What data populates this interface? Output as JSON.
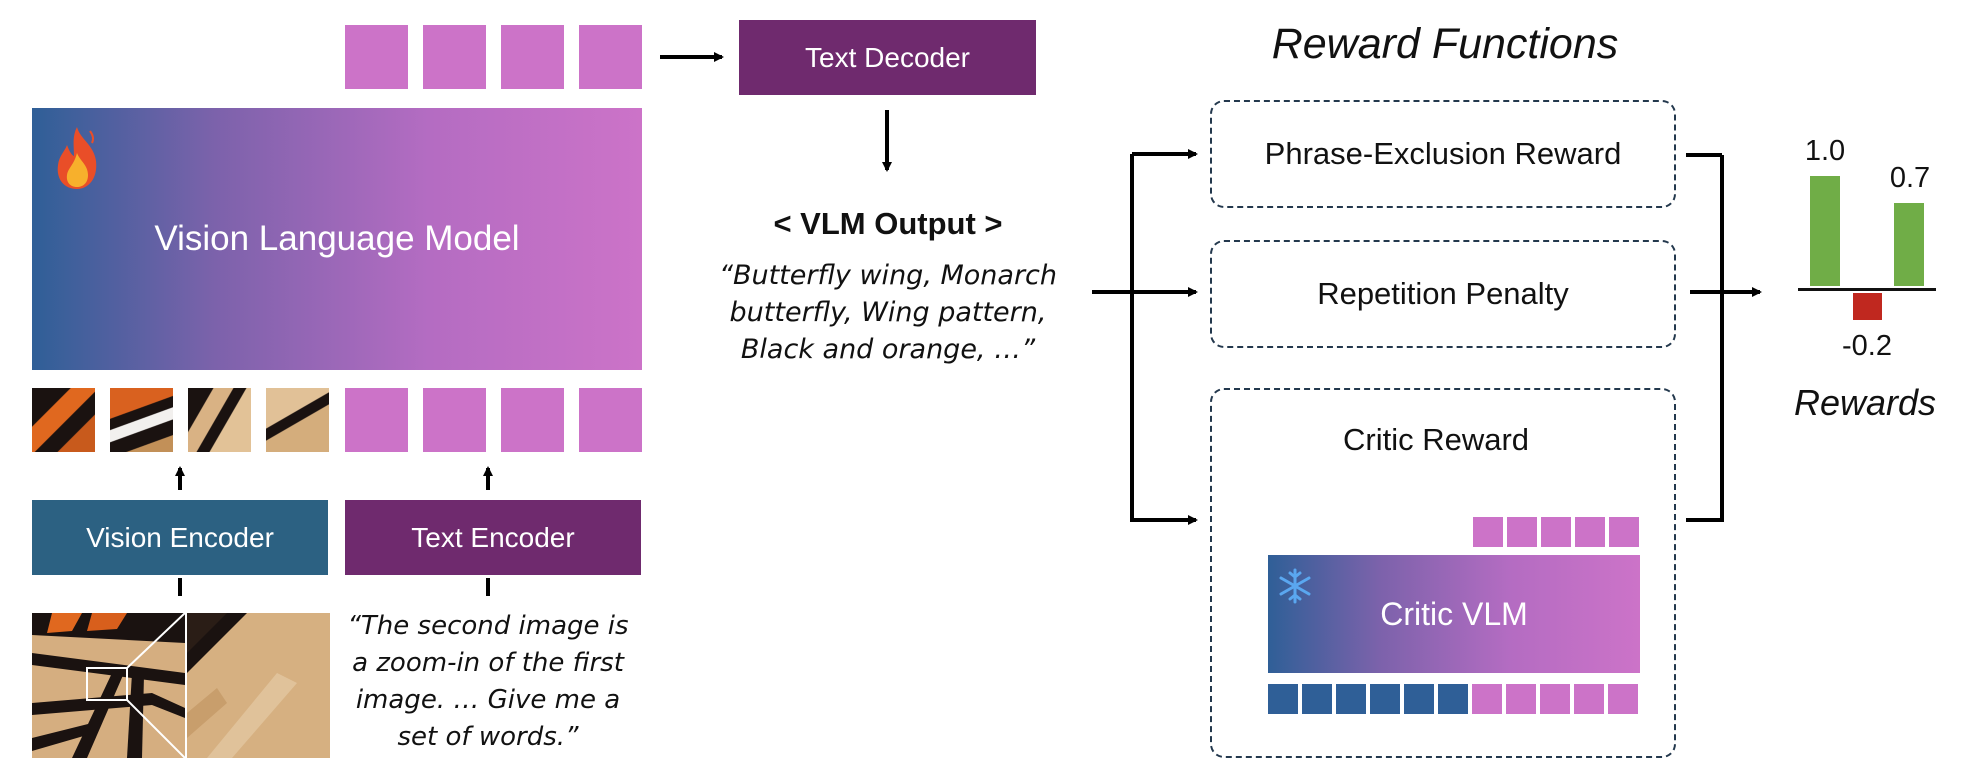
{
  "text_decoder": {
    "label": "Text Decoder"
  },
  "vlm": {
    "label": "Vision Language Model"
  },
  "vision_encoder": {
    "label": "Vision Encoder"
  },
  "text_encoder": {
    "label": "Text Encoder"
  },
  "prompt": {
    "text": "“The second image is a zoom-in of the first image. … Give me a set of words.”"
  },
  "vlm_output": {
    "title": "< VLM Output >",
    "text": "“Butterfly wing, Monarch butterfly, Wing pattern, Black and orange, …”"
  },
  "reward_functions": {
    "title": "Reward Functions",
    "phrase_exclusion": "Phrase-Exclusion Reward",
    "repetition": "Repetition Penalty",
    "critic": "Critic Reward",
    "critic_vlm": "Critic VLM"
  },
  "rewards": {
    "title": "Rewards",
    "values": [
      "1.0",
      "-0.2",
      "0.7"
    ],
    "colors": {
      "positive": "#70ad47",
      "negative": "#c0281f"
    }
  },
  "icons": {
    "fire": "fire-icon",
    "snowflake": "snowflake-icon"
  },
  "colors": {
    "purple_box": "#6f2a6e",
    "blue_box": "#2c6182",
    "token_pink": "#cc73c8",
    "token_blue": "#2f5f97"
  }
}
